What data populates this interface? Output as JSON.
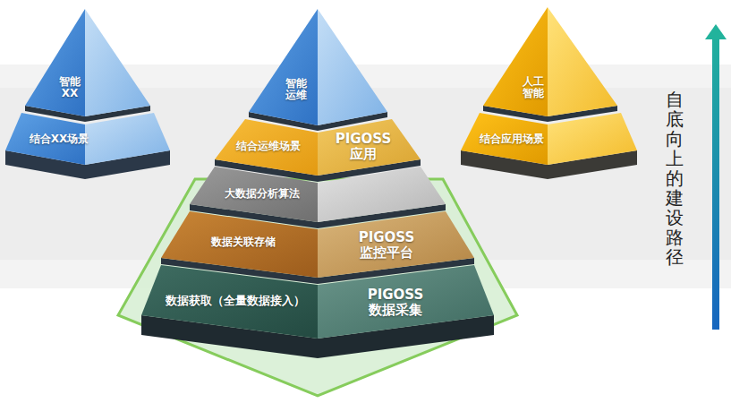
{
  "diagram": {
    "nodes": [
      {
        "text": [
          "智能 XX"
        ]
      },
      {
        "text": [
          "结合XX场景"
        ]
      },
      {
        "text": [
          "智能 运维"
        ]
      },
      {
        "text": [
          "结合运维场景",
          "PIGOSS 应用"
        ]
      },
      {
        "text": [
          "大数据分析算法"
        ]
      },
      {
        "text": [
          "数据关联存储",
          "PIGOSS 监控平台"
        ]
      },
      {
        "text": [
          "数据获取（全量数据接入）",
          "PIGOSS 数据采集"
        ]
      },
      {
        "text": [
          "人工 智能"
        ]
      },
      {
        "text": [
          "结合应用场景"
        ]
      }
    ],
    "labels": [
      "自底向上的建设路径"
    ]
  }
}
